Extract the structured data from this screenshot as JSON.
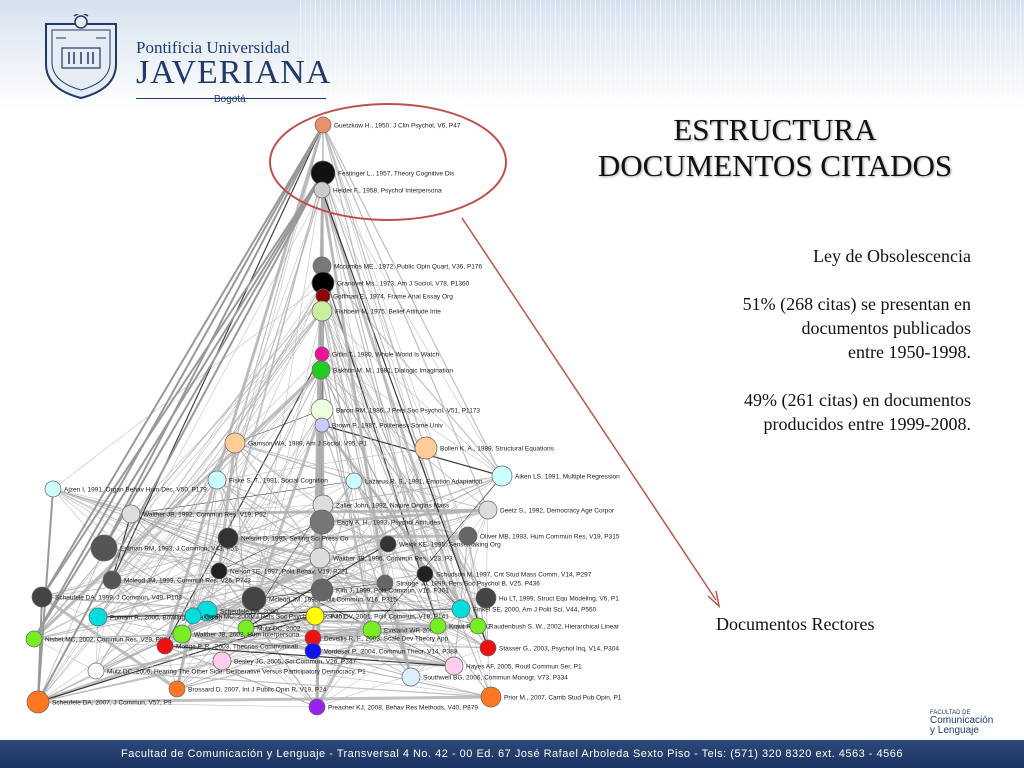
{
  "header": {
    "university_line1": "Pontificia Universidad",
    "university_line2": "JAVERIANA",
    "university_line3": "Bogotá"
  },
  "title": {
    "line1": "ESTRUCTURA",
    "line2": "DOCUMENTOS CITADOS"
  },
  "text": {
    "heading": "Ley de Obsolescencia",
    "p1_line1": "51% (268 citas) se presentan en",
    "p1_line2": "documentos publicados",
    "p1_line3": "entre 1950-1998.",
    "p2_line1": "49% (261 citas) en documentos",
    "p2_line2": "producidos entre 1999-2008."
  },
  "annotation": "Documentos Rectores",
  "footer": "Facultad de Comunicación y Lenguaje - Transversal 4 No. 42 - 00 Ed. 67 José Rafael Arboleda Sexto Piso - Tels: (571) 320 8320 ext. 4563 - 4566",
  "faculty_logo": {
    "small": "FACULTAD DE",
    "line1": "Comunicación",
    "line2": "y Lenguaje"
  },
  "colors": {
    "highlight_ellipse": "#c0504d",
    "arrow": "#c0504d",
    "footer_bg": "#1f3a6b",
    "brand_blue": "#1f3a6b"
  },
  "nodes": [
    {
      "label": "Guetzkow H., 1950, J Clin Psychol, V6, P47",
      "color": "#e8916a"
    },
    {
      "label": "Festinger L., 1957, Theory Cognitive Dis",
      "color": "#111111"
    },
    {
      "label": "Heider F., 1958, Psychol Interpersona",
      "color": "#cccccc"
    },
    {
      "label": "Mccombs ME., 1972, Public Opin Quart, V36, P176",
      "color": "#777777"
    },
    {
      "label": "Granovet Ms., 1973, Am J Sociol, V78, P1360",
      "color": "#000000"
    },
    {
      "label": "Goffman E., 1974, Frame Anal Essay Org",
      "color": "#8b0000"
    },
    {
      "label": "Fishbein M, 1975, Belief Attitude Inte",
      "color": "#c8f0a0"
    },
    {
      "label": "Gitlin T., 1980, Whole World Is Watch",
      "color": "#ee1199"
    },
    {
      "label": "Bakhtin M. M., 1981, Dialogic Imagination",
      "color": "#22cc22"
    },
    {
      "label": "Baron RM, 1986, J Pers Soc Psychol, V51, P1173",
      "color": "#eeffdd"
    },
    {
      "label": "Brown P., 1987, Politeness Some Univ",
      "color": "#c8ccff"
    },
    {
      "label": "Gamson WA, 1989, Am J Sociol, V95, P1",
      "color": "#ffcc99"
    },
    {
      "label": "Bollen K. A., 1989, Structural Equations",
      "color": "#ffcc99"
    },
    {
      "label": "Fiske S. T., 1991, Social Cognition",
      "color": "#ccffff"
    },
    {
      "label": "Lazarus R. S., 1991, Emotion Adaptation",
      "color": "#ccffff"
    },
    {
      "label": "Aiken LS, 1991, Multiple Regression",
      "color": "#ccffff"
    },
    {
      "label": "Ajzen I, 1991, Organ Behav Hum Dec, V50, P179",
      "color": "#ccffff"
    },
    {
      "label": "Walther JB, 1992, Commun Res, V19, P52",
      "color": "#dddddd"
    },
    {
      "label": "Zaller John, 1992, Nature Origins Mass",
      "color": "#dddddd"
    },
    {
      "label": "Deetz S., 1992, Democracy Age Corpor",
      "color": "#dddddd"
    },
    {
      "label": "Eagly A. H., 1993, Psychol Attitudes",
      "color": "#777777"
    },
    {
      "label": "Entman RM, 1993, J Commun, V43, P51",
      "color": "#555555"
    },
    {
      "label": "Nelson D, 1995, Selling Sci Press Co",
      "color": "#333333"
    },
    {
      "label": "Weick KE, 1995, Sensemaking Org",
      "color": "#333333"
    },
    {
      "label": "Oliver MB, 1993, Hum Commun Res, V19, P315",
      "color": "#666666"
    },
    {
      "label": "Walther JB, 1996, Commun Res, V23, P3",
      "color": "#dddddd"
    },
    {
      "label": "Nelson TE, 1997, Polit Behav, V19, P221",
      "color": "#222222"
    },
    {
      "label": "Schudson M, 1997, Crit Stud Mass Comm, V14, P297",
      "color": "#222222"
    },
    {
      "label": "Mcleod JM, 1999, Commun Res, V26, P743",
      "color": "#555555"
    },
    {
      "label": "Strange JJ, 1999, Pers Soc Psychol B, V25, P436",
      "color": "#666666"
    },
    {
      "label": "Scheufele DA, 1999, J Commun, V49, P103",
      "color": "#444444"
    },
    {
      "label": "Mcleod JM, 1999, Polit Commun, V16, P315",
      "color": "#444444"
    },
    {
      "label": "Kim J, 1999, Polit Commun, V16, P361",
      "color": "#666666"
    },
    {
      "label": "Hu LT, 1999, Struct Equ Modeling, V6, P1",
      "color": "#444444"
    },
    {
      "label": "Scheufele DA, 2000",
      "color": "#00dddd"
    },
    {
      "label": "Finkel SE, 2000, Am J Polit Sci, V44, P560",
      "color": "#00dddd"
    },
    {
      "label": "Putnam R., 2000, Bowling Alone Colap",
      "color": "#00dddd"
    },
    {
      "label": "Green MC, 2000, J Pers Soc Psychol, V79, P701",
      "color": "#00dddd"
    },
    {
      "label": "Shah DV, 2001, Polit Commun, V18, P141",
      "color": "#ffff00"
    },
    {
      "label": "Nisbet MC, 2002, Commun Res, V29, P584",
      "color": "#77ee22"
    },
    {
      "label": "Mutz DC, 2002",
      "color": "#77ee22"
    },
    {
      "label": "Walther JB, 2002, Hum Interpersona",
      "color": "#77ee22"
    },
    {
      "label": "Eveland WP, 2002",
      "color": "#77ee22"
    },
    {
      "label": "Kraut R., 2002",
      "color": "#77ee22"
    },
    {
      "label": "Raudenbush S. W., 2002, Hierarchical Linear",
      "color": "#77ee22"
    },
    {
      "label": "Monge P. R., 2003, Theories Communicati",
      "color": "#ee1111"
    },
    {
      "label": "Devellis R. F., 2003, Scale Dev Theory App",
      "color": "#ee1111"
    },
    {
      "label": "Stasser G., 2003, Psychol Inq, V14, P304",
      "color": "#ee1111"
    },
    {
      "label": "Vordeser P., 2004, Commun Theor, V14, P388",
      "color": "#1111ee"
    },
    {
      "label": "Besley JC, 2005, Sci Commun, V26, P347",
      "color": "#ffccee"
    },
    {
      "label": "Hayes AF, 2005, Routl Commun Ser, P1",
      "color": "#ffccee"
    },
    {
      "label": "Mutz DC, 2006, Hearing The Other Side: Deliberative Versus Participatory Democracy, P1",
      "color": "#ffffff"
    },
    {
      "label": "Southwell BG, 2006, Commun Monogr, V73, P334",
      "color": "#ddeeff"
    },
    {
      "label": "Brossard D, 2007, Int J Public Opin R, V19, P24",
      "color": "#ff7722"
    },
    {
      "label": "Scheufele DA, 2007, J Commun, V57, P9",
      "color": "#ff7722"
    },
    {
      "label": "Prior M., 2007, Camb Stud Pub Opin, P1",
      "color": "#ff7722"
    },
    {
      "label": "Preacher KJ, 2008, Behav Res Methods, V40, P879",
      "color": "#9922ee"
    }
  ]
}
